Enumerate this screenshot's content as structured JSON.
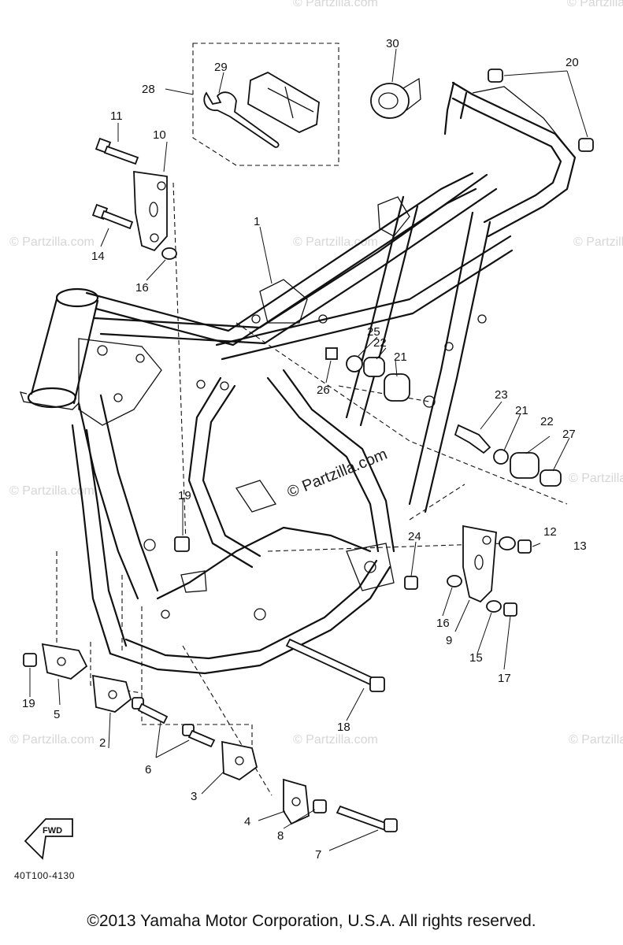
{
  "diagram_code": "40T100-4130",
  "fwd_label": "FWD",
  "watermark_center": "© Partzilla.com",
  "watermark_tile": "© Partzilla.com",
  "copyright": "©2013 Yamaha Motor Corporation, U.S.A. All rights reserved.",
  "callouts": {
    "c1": "1",
    "c2": "2",
    "c3": "3",
    "c4": "4",
    "c5": "5",
    "c6": "6",
    "c7": "7",
    "c8": "8",
    "c9": "9",
    "c10": "10",
    "c11": "11",
    "c12": "12",
    "c13": "13",
    "c14": "14",
    "c15": "15",
    "c16a": "16",
    "c16b": "16",
    "c17": "17",
    "c18": "18",
    "c19a": "19",
    "c19b": "19",
    "c20": "20",
    "c21a": "21",
    "c21b": "21",
    "c22a": "22",
    "c22b": "22",
    "c23": "23",
    "c24": "24",
    "c25": "25",
    "c26": "26",
    "c27": "27",
    "c28": "28",
    "c29": "29",
    "c30": "30"
  }
}
